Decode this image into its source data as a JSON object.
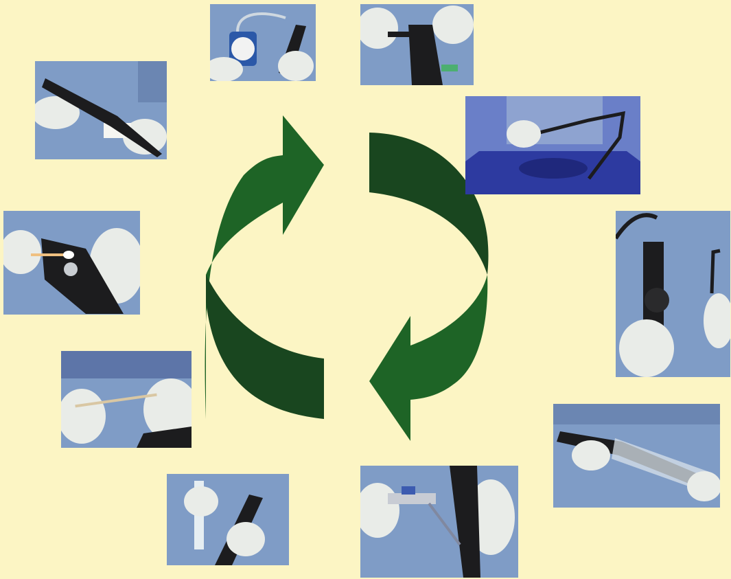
{
  "colors": {
    "background": "#fcf5c4",
    "arrow_light": "#1e6426",
    "arrow_dark": "#19461f",
    "gown": "#7f9cc6",
    "gown_shade": "#6b86b2",
    "glove": "#e9ece8",
    "scope": "#1c1c1e",
    "tray": "#2d3aa0"
  },
  "diagram": {
    "center_icon": "cycle-arrows-icon",
    "photos": [
      {
        "name": "photo-wipe-insertion-tube",
        "icon": "cleaning-cloth-icon"
      },
      {
        "name": "photo-leak-tester",
        "icon": "pressure-gauge-icon"
      },
      {
        "name": "photo-valve-check",
        "icon": "valve-icon"
      },
      {
        "name": "photo-soak-tray",
        "icon": "tray-icon"
      },
      {
        "name": "photo-swab-port",
        "icon": "swab-icon"
      },
      {
        "name": "photo-brush-channel",
        "icon": "brush-icon"
      },
      {
        "name": "photo-suction-tube",
        "icon": "syringe-icon"
      },
      {
        "name": "photo-flush-adapter",
        "icon": "adapter-icon"
      },
      {
        "name": "photo-inspect-tip",
        "icon": "endoscope-icon"
      },
      {
        "name": "photo-storage-sleeve",
        "icon": "sleeve-icon"
      }
    ]
  }
}
